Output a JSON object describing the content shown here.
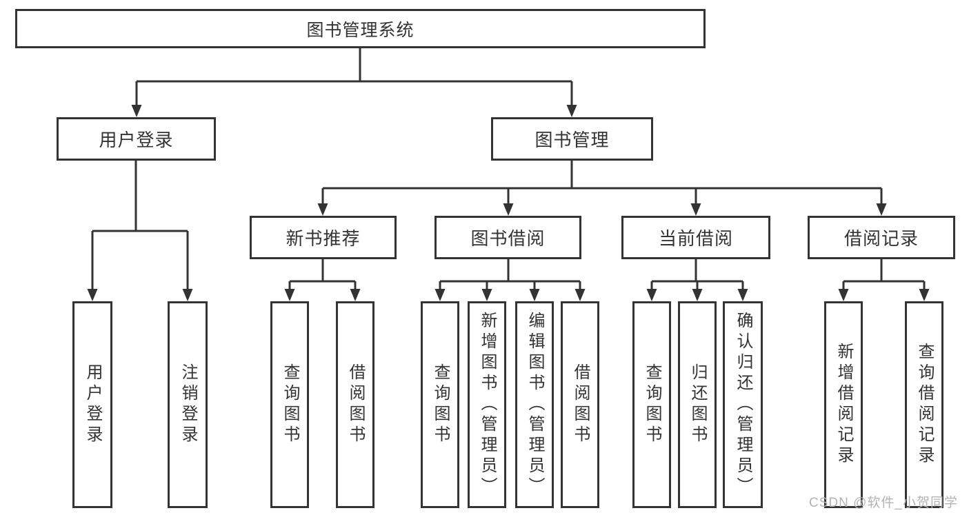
{
  "diagram": {
    "tree": {
      "root": {
        "label": "图书管理系统"
      },
      "branches": [
        {
          "label": "用户登录",
          "children": [
            {
              "label": "用户登录"
            },
            {
              "label": "注销登录"
            }
          ]
        },
        {
          "label": "图书管理",
          "children": [
            {
              "label": "新书推荐",
              "children": [
                {
                  "label": "查询图书"
                },
                {
                  "label": "借阅图书"
                }
              ]
            },
            {
              "label": "图书借阅",
              "children": [
                {
                  "label": "查询图书"
                },
                {
                  "label": "新增图书（管理员）"
                },
                {
                  "label": "编辑图书（管理员）"
                },
                {
                  "label": "借阅图书"
                }
              ]
            },
            {
              "label": "当前借阅",
              "children": [
                {
                  "label": "查询图书"
                },
                {
                  "label": "归还图书"
                },
                {
                  "label": "确认归还（管理员）"
                }
              ]
            },
            {
              "label": "借阅记录",
              "children": [
                {
                  "label": "新增借阅记录"
                },
                {
                  "label": "查询借阅记录"
                }
              ]
            }
          ]
        }
      ]
    },
    "colors": {
      "line": "#333333",
      "text": "#333333",
      "background": "#ffffff",
      "watermark": "#b3b3b3"
    }
  },
  "watermark": {
    "text": "CSDN @软件_小贺同学"
  }
}
